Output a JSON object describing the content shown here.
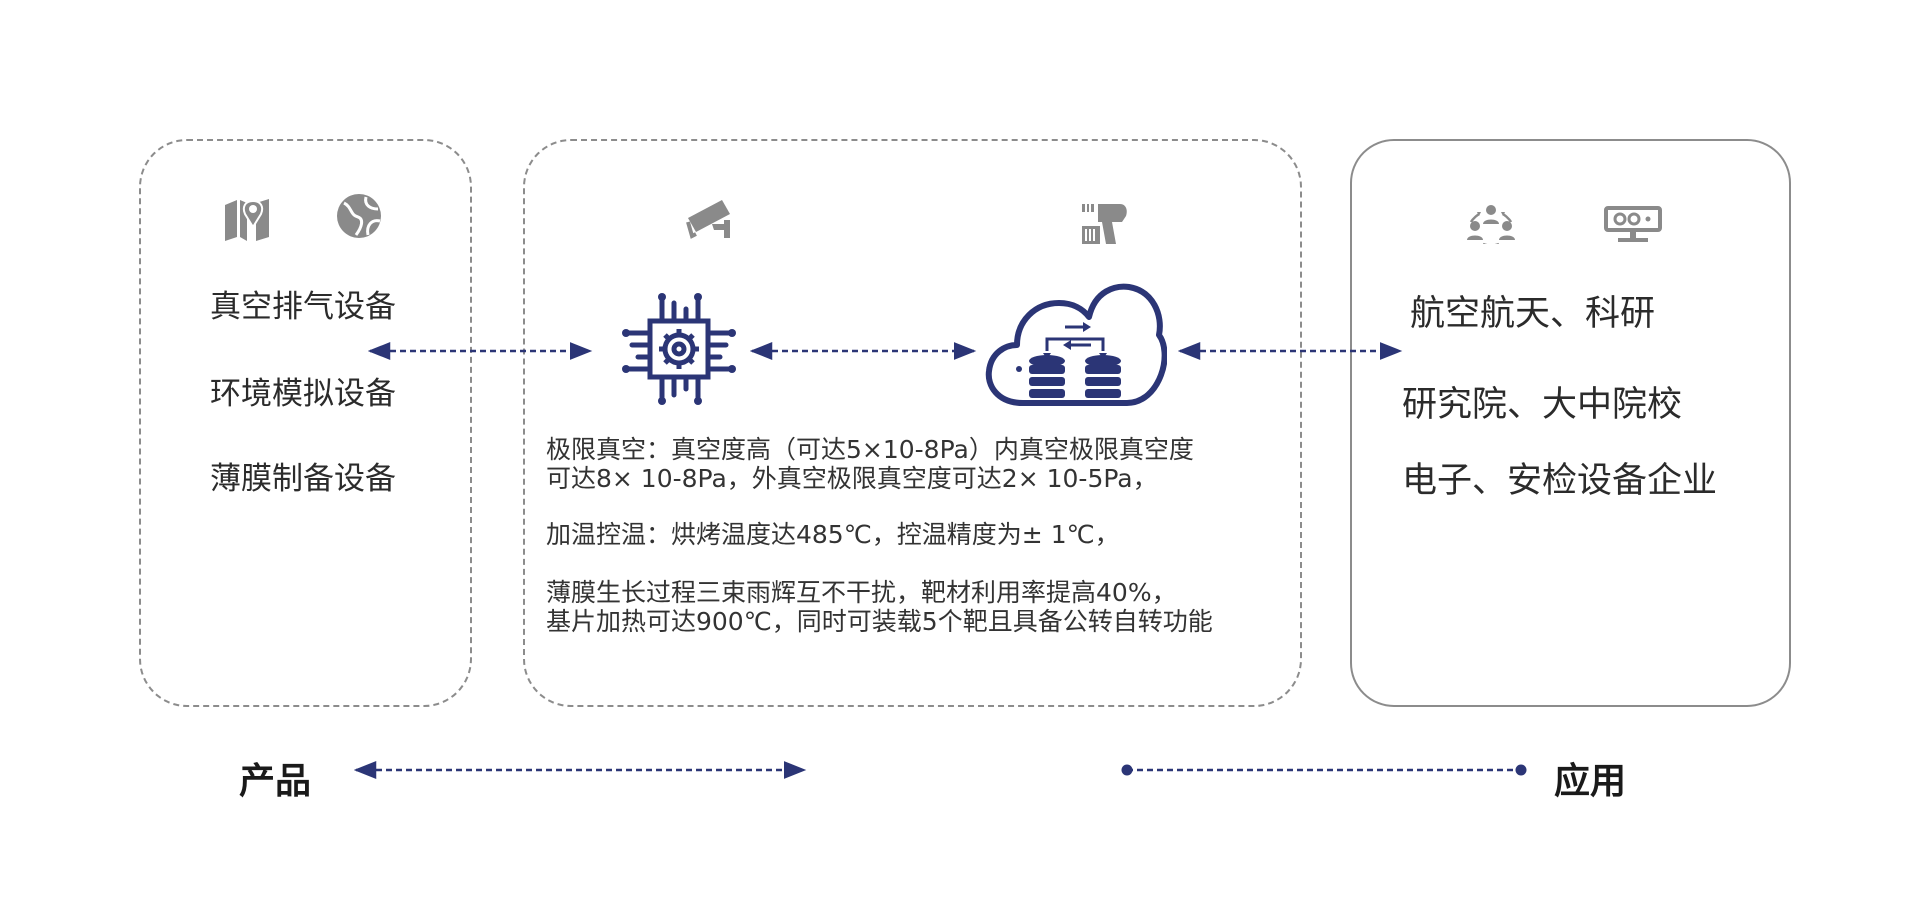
{
  "products": {
    "items": [
      "真空排气设备",
      "环境模拟设备",
      "薄膜制备设备"
    ]
  },
  "features": {
    "lines": [
      "极限真空：真空度高（可达5×10-8Pa）内真空极限真空度",
      "可达8× 10-8Pa，外真空极限真空度可达2× 10-5Pa，",
      "加温控温：烘烤温度达485℃，控温精度为± 1℃，",
      "薄膜生长过程三束雨辉互不干扰，靶材利用率提高40%，",
      "基片加热可达900℃，同时可装载5个靶且具备公转自转功能"
    ]
  },
  "applications": {
    "items": [
      "航空航天、科研",
      "研究院、大中院校",
      "电子、安检设备企业"
    ]
  },
  "footer": {
    "left_label": "产品",
    "right_label": "应用"
  },
  "colors": {
    "accent": "#2b3576",
    "icon_gray": "#8a8a8a",
    "border": "#8c8c8c"
  },
  "icons": [
    "map-icon",
    "globe-icon",
    "security-camera-icon",
    "barcode-scanner-icon",
    "team-icon",
    "projector-icon",
    "chip-icon",
    "cloud-database-icon"
  ]
}
